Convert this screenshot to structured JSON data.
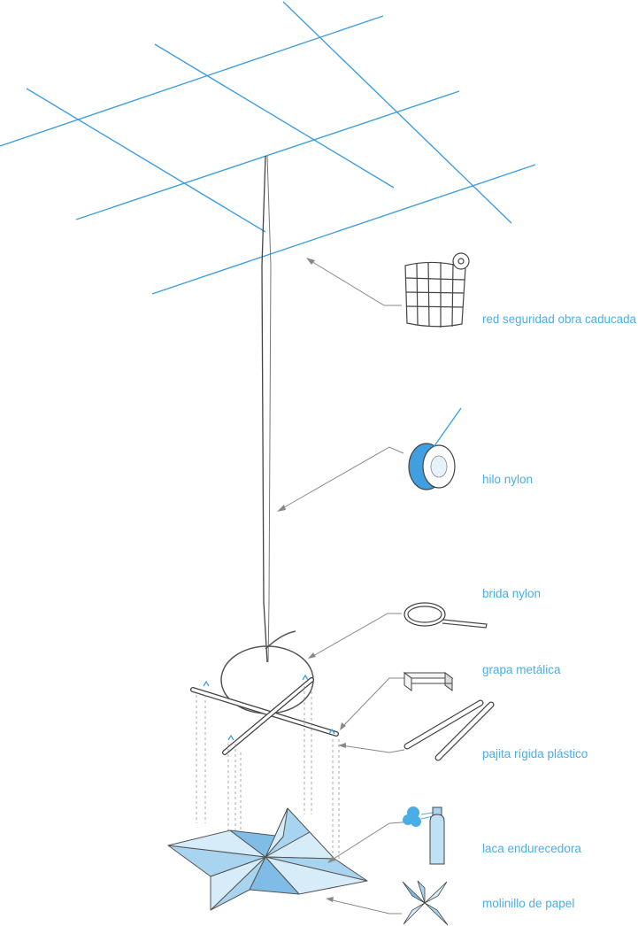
{
  "colors": {
    "grid": "#3f9fe0",
    "label": "#4aaee6",
    "line": "#555555",
    "leader": "#888888",
    "paper_light": "#d6ecf8",
    "paper_mid": "#a9d4ef",
    "paper_dark": "#7fbde6"
  },
  "labels": {
    "safety_net": "red seguridad obra caducada",
    "nylon_thread": "hilo nylon",
    "nylon_tie": "brida nylon",
    "metal_staple": "grapa metálica",
    "plastic_straw": "pajita rígida plástico",
    "hardening_spray": "laca endurecedora",
    "paper_pinwheel": "molinillo de papel"
  },
  "icons": [
    "safety-net-icon",
    "thread-spool-icon",
    "cable-tie-icon",
    "staple-icon",
    "straw-icon",
    "spray-can-icon",
    "pinwheel-icon"
  ]
}
